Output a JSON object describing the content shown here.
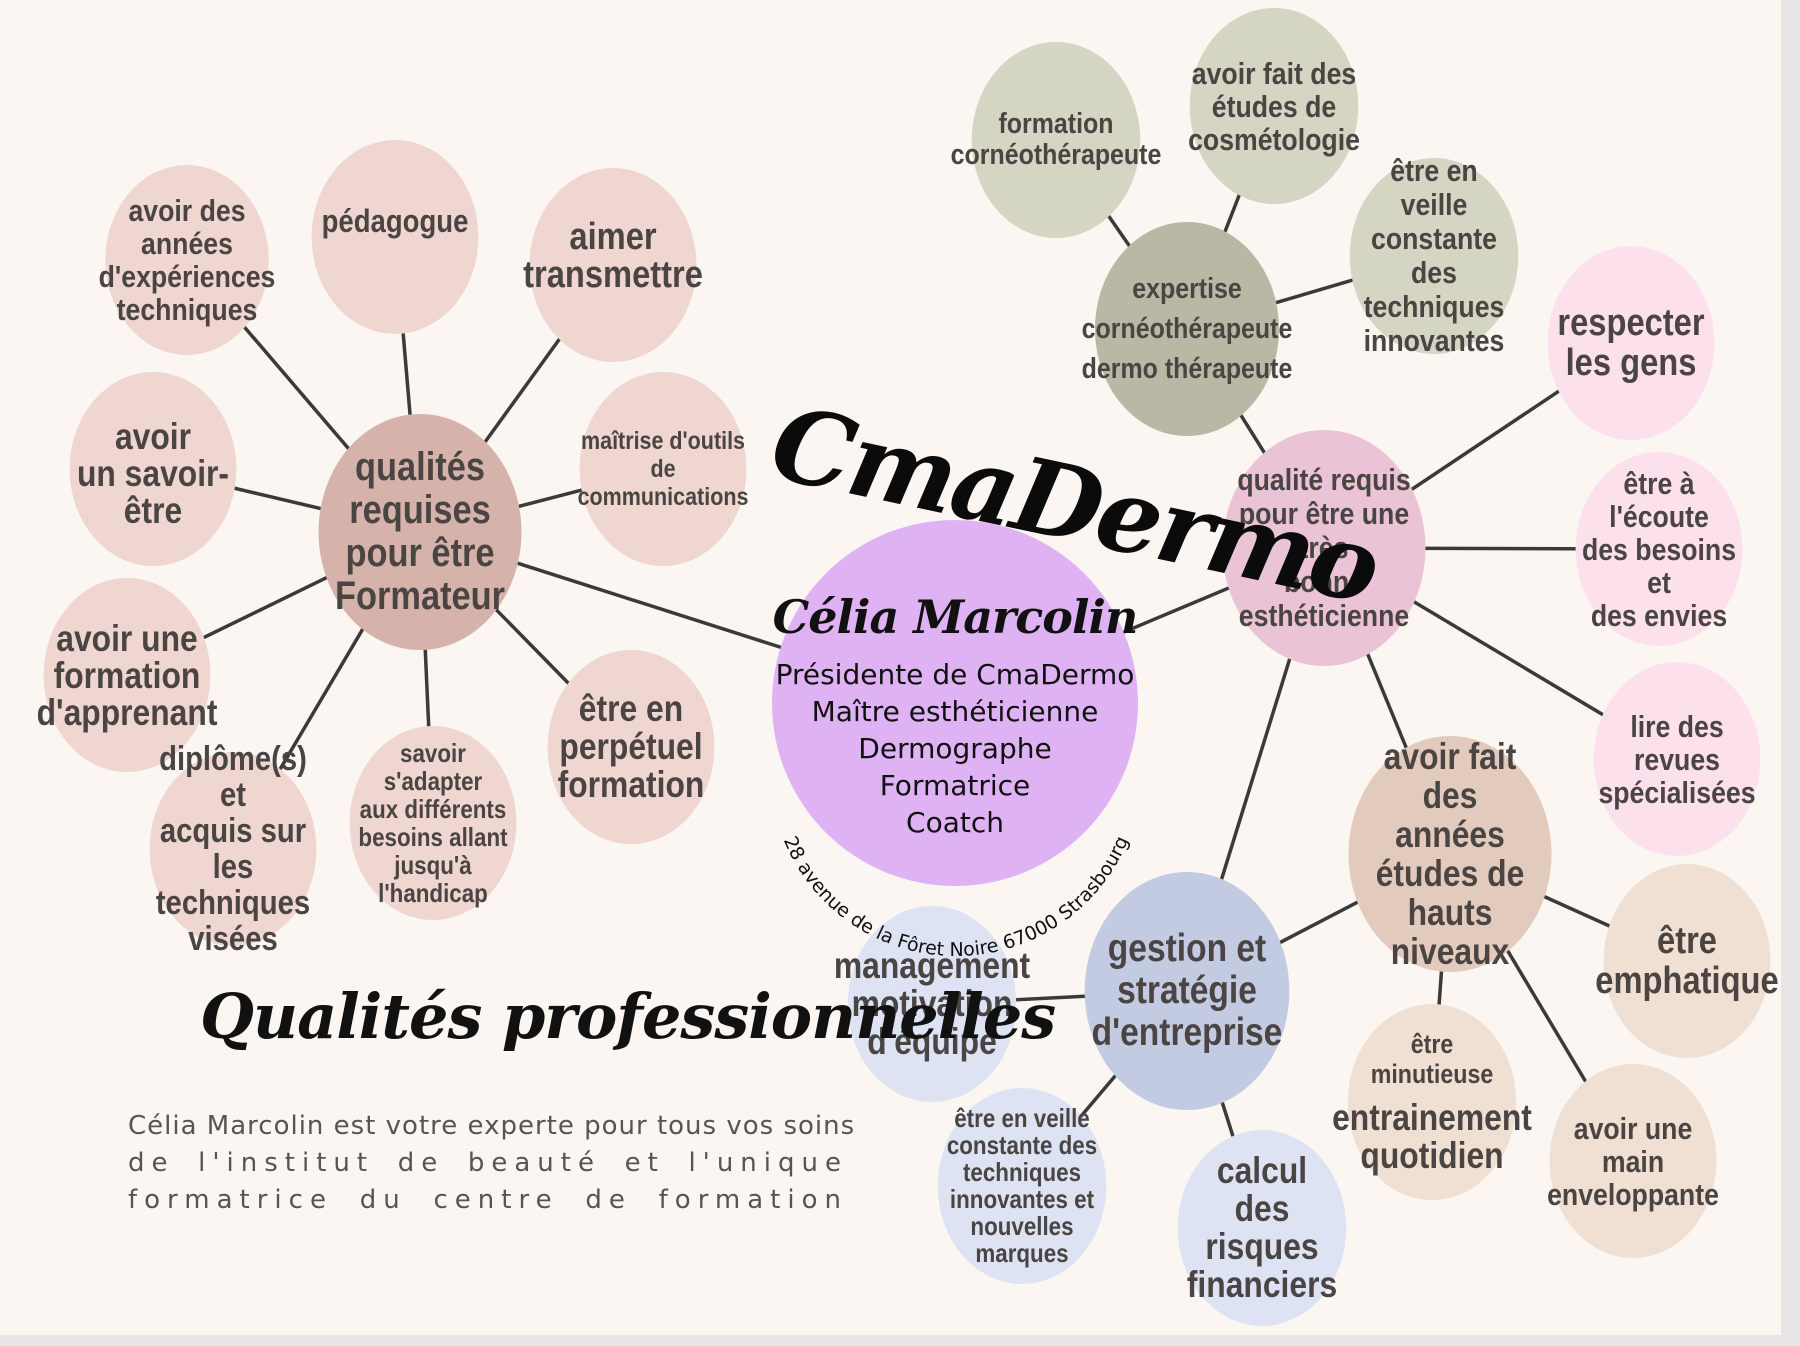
{
  "brand": "CmaDermo",
  "center": {
    "name": "Célia Marcolin",
    "roles": [
      "Présidente de CmaDermo",
      "Maître esthéticienne",
      "Dermographe",
      "Formatrice",
      "Coatch"
    ],
    "address": "28 avenue de la Fôret Noire 67000 Strasbourg"
  },
  "section_title": "Qualités professionnelles",
  "description_lines": [
    "Célia Marcolin est votre experte pour tous vos soins",
    "de l'institut de beauté et l'unique",
    "formatrice du centre de formation"
  ],
  "colors": {
    "background": "#fbf6f1",
    "center": "#dfb2f4",
    "formateur_hub": "#d5b3aa",
    "formateur_leaf": "#efd6d0",
    "expertise_hub": "#b8b8a4",
    "expertise_leaf": "#d5d5c3",
    "estheticienne_hub": "#ebc3d6",
    "estheticienne_leaf": "#fce1ed",
    "gestion_hub": "#c3cbe3",
    "gestion_leaf": "#dde3f3",
    "etudes_hub": "#e2cbbc",
    "etudes_leaf": "#f0e0d3",
    "line": "#3a3a3a"
  },
  "nodes": {
    "formateur": "qualités\nrequises\npour être\nFormateur",
    "annees_experience": "avoir des\nannées\nd'expériences\ntechniques",
    "pedagogue": "pédagogue",
    "aimer_transmettre": "aimer\ntransmettre",
    "maitrise_outils": "maîtrise d'outils de\ncommunications",
    "savoir_etre": "avoir\nun savoir-être",
    "formation_apprenant": "avoir une\nformation\nd'apprenant",
    "diplomes": "diplôme(s) et\nacquis  sur les\ntechniques\nvisées",
    "savoir_adapter": "savoir s'adapter\naux différents\nbesoins allant\njusqu'à\nl'handicap",
    "perpetuel_formation": "être en\nperpétuel\nformation",
    "expertise": "expertise\ncornéothérapeute\ndermo thérapeute",
    "formation_corneo": "formation\ncornéothérapeute",
    "cosmetologie": "avoir fait des\nétudes de\ncosmétologie",
    "veille_techniques": "être en veille\nconstante des\ntechniques\ninnovantes",
    "qualite_estheticienne": "qualité requis\npour être une très\nbonne\nesthéticienne",
    "respecter": "respecter\nles gens",
    "ecoute": "être à l'écoute\ndes besoins et\ndes envies",
    "revues": "lire des revues\nspécialisées",
    "etudes_hauts": "avoir fait des\nannées études de\nhauts niveaux",
    "emphatique": "être\nemphatique",
    "main_enveloppante": "avoir une main\nenveloppante",
    "minutieuse_small": "être minutieuse",
    "minutieuse_main": "entrainement\nquotidien",
    "gestion": "gestion et\nstratégie\nd'entreprise",
    "management": "management\nmotivation\nd'équipe",
    "veille_marques": "être en veille\nconstante des\ntechniques\ninnovantes et\nnouvelles\nmarques",
    "risques": "calcul\ndes risques\nfinanciers"
  }
}
